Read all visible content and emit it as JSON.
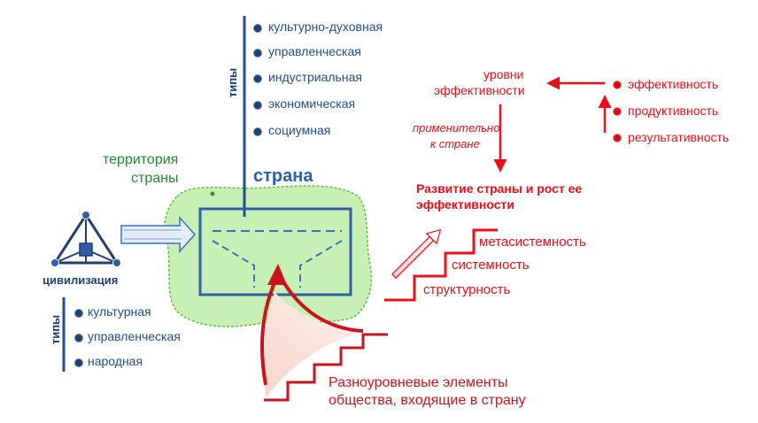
{
  "country_types": {
    "label": "типы",
    "items": [
      "культурно-духовная",
      "управленческая",
      "индустриальная",
      "экономическая",
      "социумная"
    ]
  },
  "country_label": "страна",
  "territory_label": [
    "территория",
    "страны"
  ],
  "civilization": {
    "label": "цивилизация",
    "types_label": "типы",
    "types": [
      "культурная",
      "управленческая",
      "народная"
    ]
  },
  "efficiency": {
    "levels_label": [
      "уровни",
      "эффективности"
    ],
    "items": [
      "эффективность",
      "продуктивность",
      "результативность"
    ],
    "applied_label": [
      "применительно",
      "к стране"
    ]
  },
  "development_label": [
    "Развитие страны и рост ее",
    "эффективности"
  ],
  "stairs_upper": [
    "метасистемность",
    "системность",
    "структурность"
  ],
  "elements_label": [
    "Разноуровневые элементы",
    "общества, входящие в страну"
  ],
  "colors": {
    "blue": "#1f4e8c",
    "red": "#e8101a",
    "green_fill": "#c8f0b4",
    "green_text": "#1d8a2c"
  }
}
